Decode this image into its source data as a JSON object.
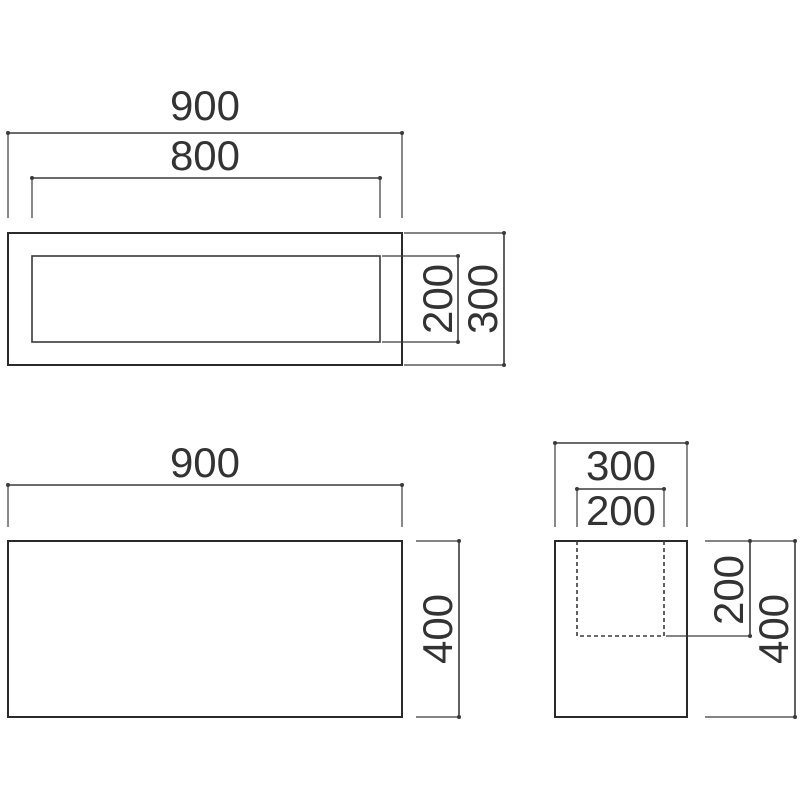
{
  "top_view": {
    "outer_width": "900",
    "inner_width": "800",
    "inner_depth": "200",
    "outer_depth": "300"
  },
  "front_view": {
    "width": "900",
    "height": "400"
  },
  "side_view": {
    "outer_depth": "300",
    "inner_depth": "200",
    "inner_height": "200",
    "height": "400"
  }
}
